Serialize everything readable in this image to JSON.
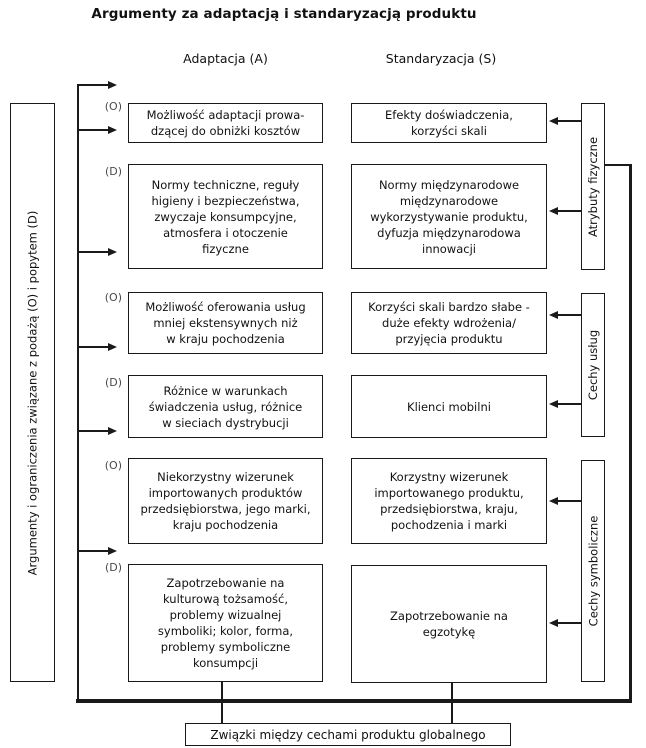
{
  "title": "Argumenty za adaptacją i standaryzacją produktu",
  "columns": {
    "adaptation_header": "Adaptacja (A)",
    "standardization_header": "Standaryzacja (S)"
  },
  "left_bar": {
    "label": "Argumenty i ograniczenia związane z podażą (O) i popytem (D)"
  },
  "rows": [
    {
      "tag": "(O)",
      "adaptation": "Możliwość adaptacji prowa-\ndzącej do obniżki kosztów",
      "standardization": "Efekty doświadczenia,\nkorzyści skali"
    },
    {
      "tag": "(D)",
      "adaptation": "Normy techniczne, reguły\nhigieny i bezpieczeństwa,\nzwyczaje konsumpcyjne,\natmosfera i otoczenie\nfizyczne",
      "standardization": "Normy międzynarodowe\nmiędzynarodowe\nwykorzystywanie produktu,\ndyfuzja międzynarodowa\ninnowacji"
    },
    {
      "tag": "(O)",
      "adaptation": "Możliwość oferowania usług\nmniej ekstensywnych niż\nw kraju pochodzenia",
      "standardization": "Korzyści skali bardzo słabe -\nduże efekty wdrożenia/\nprzyjęcia produktu"
    },
    {
      "tag": "(D)",
      "adaptation": "Różnice w warunkach\nświadczenia usług, różnice\nw sieciach dystrybucji",
      "standardization": "Klienci mobilni"
    },
    {
      "tag": "(O)",
      "adaptation": "Niekorzystny wizerunek\nimportowanych produktów\nprzedsiębiorstwa, jego marki,\nkraju pochodzenia",
      "standardization": "Korzystny wizerunek\nimportowanego produktu,\nprzedsiębiorstwa, kraju,\npochodzenia i marki"
    },
    {
      "tag": "(D)",
      "adaptation": "Zapotrzebowanie na\nkulturową tożsamość,\nproblemy wizualnej\nsymboliki; kolor, forma,\nproblemy symboliczne\nkonsumpcji",
      "standardization": "Zapotrzebowanie na\negzotykę"
    }
  ],
  "category_bars": [
    {
      "label": "Atrybuty fizyczne"
    },
    {
      "label": "Cechy usług"
    },
    {
      "label": "Cechy symboliczne"
    }
  ],
  "bottom_box": {
    "label": "Związki między cechami produktu globalnego"
  },
  "colors": {
    "line": "#1a1a1a",
    "background": "#ffffff",
    "tag_text": "#4a4a4a"
  }
}
